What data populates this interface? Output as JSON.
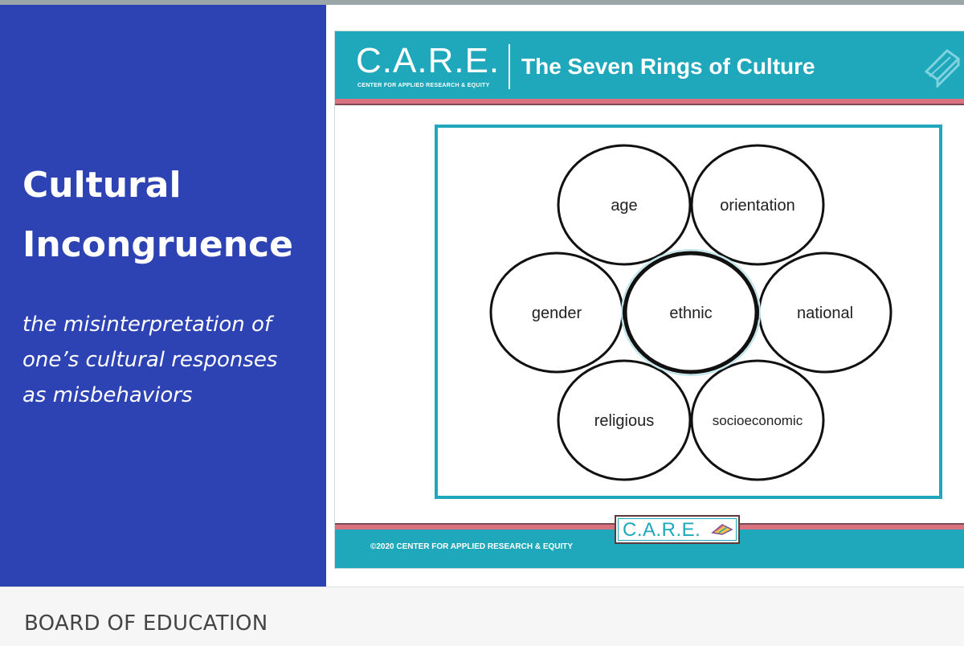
{
  "left_panel": {
    "title_line1": "Cultural",
    "title_line2": "Incongruence",
    "subtitle_line1": "the misinterpretation of",
    "subtitle_line2": "one’s cultural responses",
    "subtitle_line3": "as misbehaviors"
  },
  "slide": {
    "logo_text": "C.A.R.E.",
    "logo_subtext": "CENTER FOR APPLIED RESEARCH & EQUITY",
    "title": "The Seven Rings of Culture",
    "footer_text": "©2020 CENTER FOR APPLIED RESEARCH & EQUITY",
    "footer_logo_text": "C.A.R.E."
  },
  "rings": [
    {
      "label": "age"
    },
    {
      "label": "orientation"
    },
    {
      "label": "gender"
    },
    {
      "label": "ethnic"
    },
    {
      "label": "national"
    },
    {
      "label": "religious"
    },
    {
      "label": "socioeconomic"
    }
  ],
  "bottom_bar": {
    "text": "BOARD OF EDUCATION"
  },
  "colors": {
    "left_panel": "#2e43b3",
    "slide_teal": "#1fa7bb",
    "slide_pink": "#d9717f"
  }
}
